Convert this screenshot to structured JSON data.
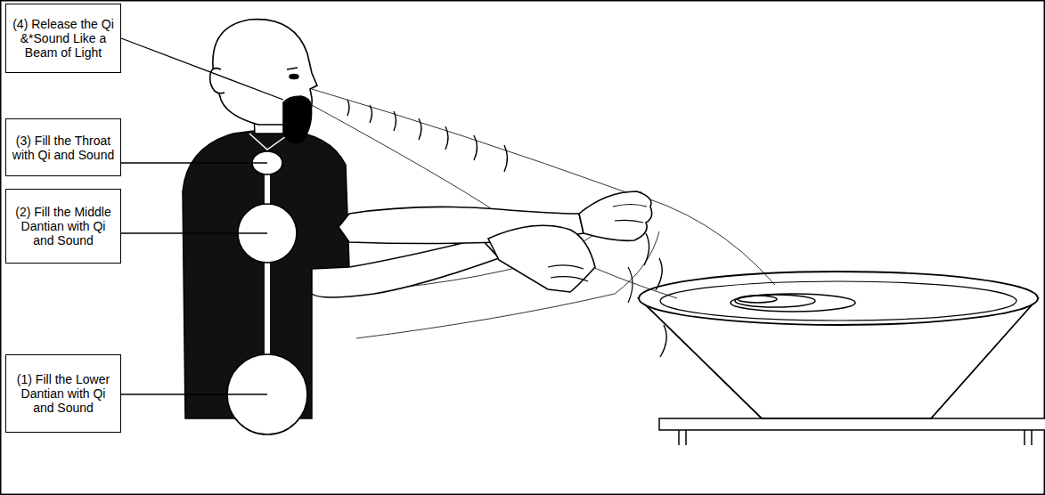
{
  "diagram": {
    "nodes": [
      {
        "text": [
          "(4) Release the Qi &*Sound Like a Beam of Light"
        ]
      },
      {
        "text": [
          "(3) Fill the Throat with Qi and Sound"
        ]
      },
      {
        "text": [
          "(2) Fill the Middle Dantian with Qi and Sound"
        ]
      },
      {
        "text": [
          "(1) Fill the Lower Dantian with Qi and Sound"
        ]
      }
    ]
  }
}
